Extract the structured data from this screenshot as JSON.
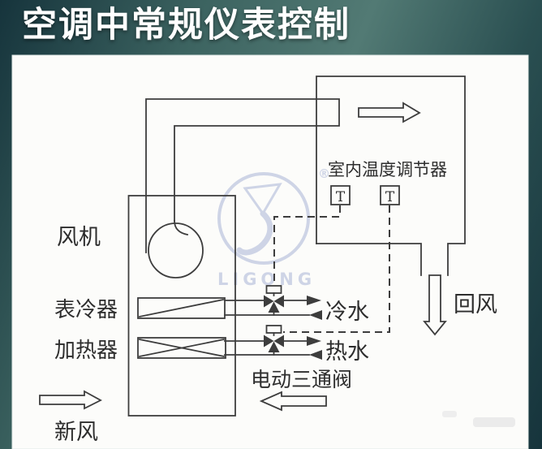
{
  "title": "空调中常规仪表控制",
  "labels": {
    "fan": "风机",
    "cooler": "表冷器",
    "heater": "加热器",
    "fresh_air": "新风",
    "cold_water": "冷水",
    "hot_water": "热水",
    "valve": "电动三通阀",
    "return_air": "回风",
    "thermostat": "室内温度调节器",
    "sensor_t1": "T",
    "sensor_t2": "T"
  },
  "watermark": {
    "brand": "LIGONG",
    "registered": "®"
  },
  "colors": {
    "line": "#3d3d3d",
    "ink": "#2d2d2d",
    "panel": "#fcfcfa",
    "title_text": "#ffffff",
    "band_dark": "#16343c",
    "band_mid": "#3c6360",
    "band_light": "#527a74",
    "watermark": "#a9b5d6"
  }
}
